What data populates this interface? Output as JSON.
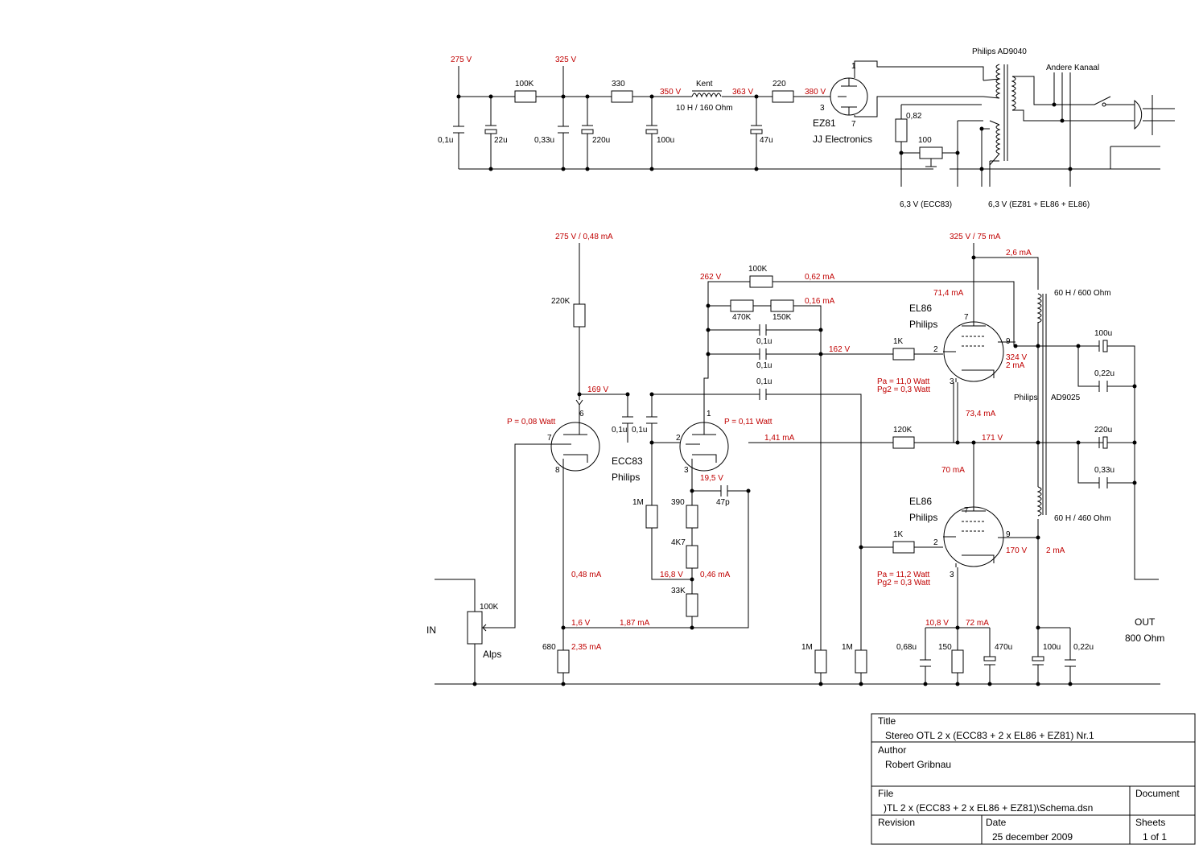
{
  "power_supply": {
    "v1": "275 V",
    "v2": "325 V",
    "v3": "350 V",
    "v4": "363 V",
    "v5": "380 V",
    "r1": "100K",
    "r2": "330",
    "r3": "220",
    "choke": "Kent",
    "choke_spec": "10 H / 160 Ohm",
    "c1": "0,1u",
    "c2": "22u",
    "c3": "0,33u",
    "c4": "220u",
    "c5": "100u",
    "c6": "47u",
    "rect_pin1": "1",
    "rect_pin3": "3",
    "rect_pin7": "7",
    "rect_name": "EZ81",
    "rect_brand": "JJ Electronics",
    "trafo": "Philips AD9040",
    "other_channel": "Andere Kanaal",
    "r_hum1": "0,82",
    "r_hum2": "100",
    "heater1": "6,3 V (ECC83)",
    "heater2": "6,3 V (EZ81 + EL86 + EL86)"
  },
  "amplifier": {
    "b1": "275 V / 0,48 mA",
    "b2": "325 V / 75 mA",
    "r220k": "220K",
    "v169": "169 V",
    "p1": "P = 0,08 Watt",
    "p2": "P = 0,11 Watt",
    "pin6": "6",
    "pin7": "7",
    "pin8": "8",
    "pin1": "1",
    "pin2": "2",
    "pin3": "3",
    "c01a": "0,1u",
    "c01b": "0,1u",
    "tube1": "ECC83",
    "tube1_brand": "Philips",
    "v262": "262 V",
    "r100k": "100K",
    "i062": "0,62 mA",
    "r470k": "470K",
    "r150k": "150K",
    "i016": "0,16 mA",
    "c01c": "0,1u",
    "c01d": "0,1u",
    "c01e": "0,1u",
    "v162": "162 V",
    "r1k_a": "1K",
    "r1k_b": "1K",
    "i71": "71,4 mA",
    "i26": "2,6 mA",
    "el86_1": "EL86",
    "el86_1b": "Philips",
    "el86_2": "EL86",
    "el86_2b": "Philips",
    "e1p7": "7",
    "e1p2": "2",
    "e1p9": "9",
    "e1p3": "3",
    "e2p7": "7",
    "e2p2": "2",
    "e2p9": "9",
    "e2p3": "3",
    "v324": "324 V",
    "i2a": "2 mA",
    "pa1": "Pa  = 11,0 Watt",
    "pg1": "Pg2 =  0,3 Watt",
    "i734": "73,4 mA",
    "i141": "1,41 mA",
    "r120k": "120K",
    "v171": "171 V",
    "i70": "70 mA",
    "v170": "170 V",
    "i2b": "2 mA",
    "pa2": "Pa  = 11,2 Watt",
    "pg2": "Pg2 =  0,3 Watt",
    "ot1": "60 H / 600 Ohm",
    "ot2": "60 H / 460 Ohm",
    "ot_brand": "Philips",
    "ot_type": "AD9025",
    "c100u_top": "100u",
    "c022_top": "0,22u",
    "c220u": "220u",
    "c033": "0,33u",
    "v195": "19,5 V",
    "c47p": "47p",
    "r1m_a": "1M",
    "r390": "390",
    "r4k7": "4K7",
    "r33k": "33K",
    "v168": "16,8 V",
    "i046": "0,46 mA",
    "i048": "0,48 mA",
    "v16": "1,6 V",
    "i187": "1,87 mA",
    "r680": "680",
    "i235": "2,35 mA",
    "pot": "100K",
    "pot_brand": "Alps",
    "in": "IN",
    "r1m_b": "1M",
    "r1m_c": "1M",
    "v108": "10,8 V",
    "i72": "72 mA",
    "c068": "0,68u",
    "r150": "150",
    "c470": "470u",
    "c100u_b": "100u",
    "c022_b": "0,22u",
    "out": "OUT",
    "out_imp": "800 Ohm"
  },
  "title_block": {
    "title_label": "Title",
    "title": "Stereo OTL 2 x (ECC83 + 2 x EL86 + EZ81) Nr.1",
    "author_label": "Author",
    "author": "Robert Gribnau",
    "file_label": "File",
    "file": ")TL 2 x (ECC83 + 2 x EL86 + EZ81)\\Schema.dsn",
    "document_label": "Document",
    "revision_label": "Revision",
    "date_label": "Date",
    "date": "25 december 2009",
    "sheets_label": "Sheets",
    "sheets": "1 of 1"
  }
}
